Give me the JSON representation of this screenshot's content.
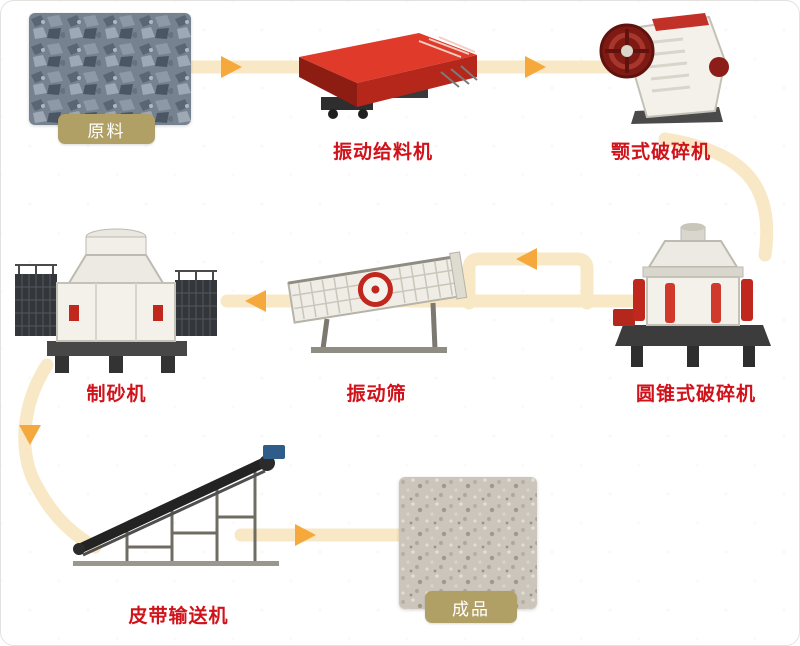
{
  "colors": {
    "flow_line": "#f8e8c5",
    "arrow": "#f5a93c",
    "label_red": "#d0121b",
    "badge_bg": "#b1a066",
    "badge_text": "#ffffff"
  },
  "diagram": {
    "type": "process-flow",
    "subject": "sand-making-production-line",
    "nodes": [
      {
        "id": "raw-material",
        "label": "原料",
        "kind": "material-photo"
      },
      {
        "id": "vibrating-feeder",
        "label": "振动给料机",
        "kind": "machine"
      },
      {
        "id": "jaw-crusher",
        "label": "颚式破碎机",
        "kind": "machine"
      },
      {
        "id": "cone-crusher",
        "label": "圆锥式破碎机",
        "kind": "machine"
      },
      {
        "id": "vibrating-screen",
        "label": "振动筛",
        "kind": "machine"
      },
      {
        "id": "sand-maker",
        "label": "制砂机",
        "kind": "machine"
      },
      {
        "id": "belt-conveyor",
        "label": "皮带输送机",
        "kind": "machine"
      },
      {
        "id": "finished-product",
        "label": "成品",
        "kind": "material-photo"
      }
    ],
    "edges": [
      {
        "from": "原料",
        "to": "振动给料机"
      },
      {
        "from": "振动给料机",
        "to": "颚式破碎机"
      },
      {
        "from": "颚式破碎机",
        "to": "圆锥式破碎机"
      },
      {
        "from": "圆锥式破碎机",
        "to": "振动筛"
      },
      {
        "from": "振动筛",
        "to": "圆锥式破碎机",
        "note": "closed-circuit return loop"
      },
      {
        "from": "振动筛",
        "to": "制砂机"
      },
      {
        "from": "制砂机",
        "to": "皮带输送机"
      },
      {
        "from": "皮带输送机",
        "to": "成品"
      }
    ]
  }
}
